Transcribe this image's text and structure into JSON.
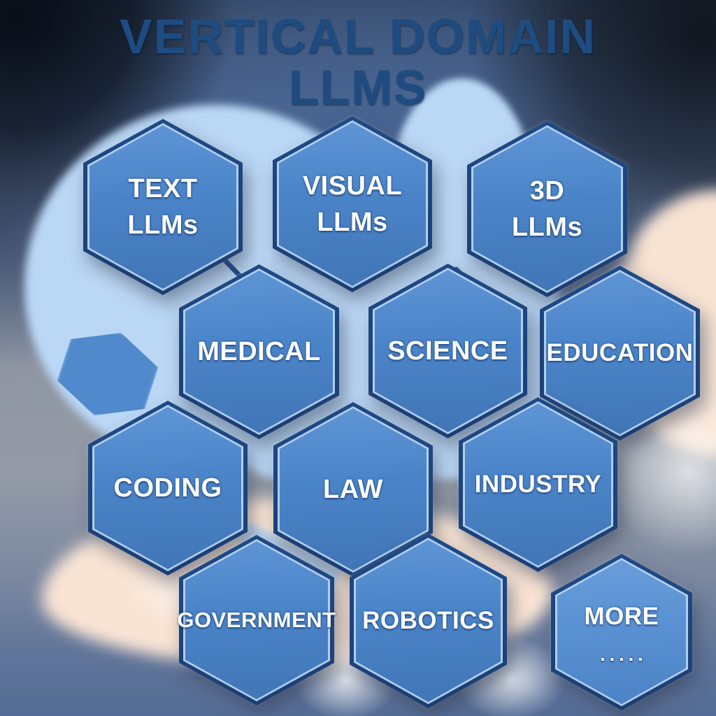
{
  "title": {
    "line1": "VERTICAL DOMAIN",
    "line2": "LLMS"
  },
  "hexagons": [
    {
      "id": "text-llms",
      "line1": "TEXT",
      "line2": "LLMs"
    },
    {
      "id": "visual-llms",
      "line1": "VISUAL",
      "line2": "LLMs"
    },
    {
      "id": "3d-llms",
      "line1": "3D",
      "line2": "LLMs"
    },
    {
      "id": "medical",
      "line1": "MEDICAL"
    },
    {
      "id": "science",
      "line1": "SCIENCE"
    },
    {
      "id": "education",
      "line1": "EDUCATION"
    },
    {
      "id": "coding",
      "line1": "CODING"
    },
    {
      "id": "law",
      "line1": "LAW"
    },
    {
      "id": "industry",
      "line1": "INDUSTRY"
    },
    {
      "id": "government",
      "line1": "GOVERNMENT"
    },
    {
      "id": "robotics",
      "line1": "ROBOTICS"
    },
    {
      "id": "more",
      "line1": "MORE",
      "line2": "....."
    }
  ],
  "colors": {
    "hexagon_fill": "#4a84c8",
    "hexagon_fill_light": "#5890d2",
    "hexagon_border": "#1b4179",
    "hexagon_text": "#ffffff",
    "title_text": "#1f4c80",
    "blob_light_blue": "#bad7f5",
    "blob_peach": "#f8e3d3",
    "background_dark_corner": "#0b1320"
  }
}
